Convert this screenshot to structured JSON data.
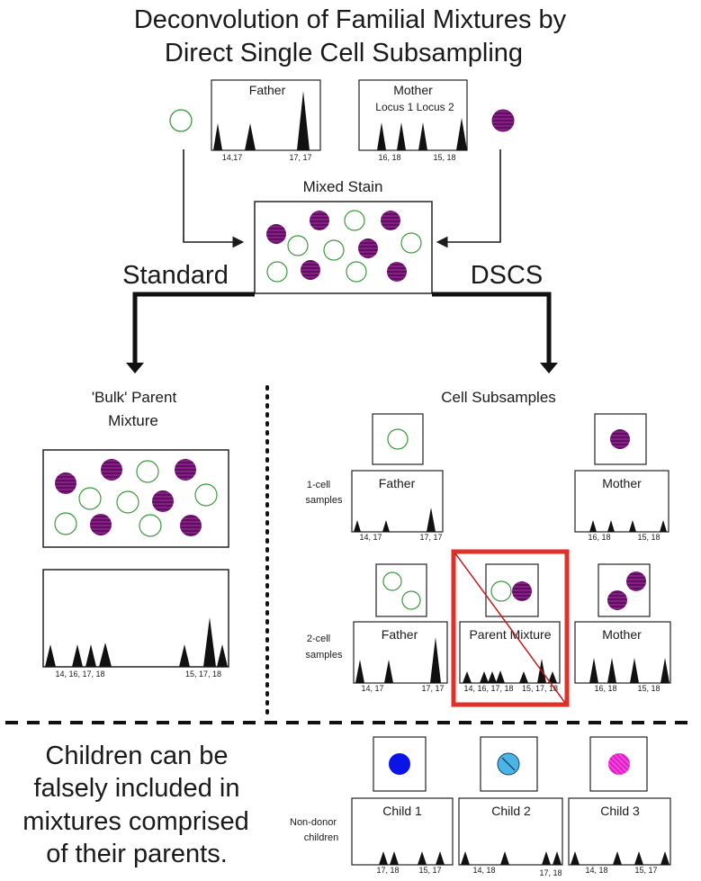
{
  "title_line1": "Deconvolution of Familial Mixtures by",
  "title_line2": "Direct Single Cell Subsampling",
  "top": {
    "father_label": "Father",
    "father_ticks": [
      "14,17",
      "17, 17"
    ],
    "mother_label": "Mother",
    "mother_loci": "Locus 1  Locus 2",
    "mother_ticks": [
      "16, 18",
      "15, 18"
    ],
    "mixed_stain_label": "Mixed Stain"
  },
  "branch": {
    "standard": "Standard",
    "dscs": "DSCS"
  },
  "bulk": {
    "heading_line1": "'Bulk' Parent",
    "heading_line2": "Mixture",
    "ticks": [
      "14, 16, 17, 18",
      "15, 17, 18"
    ]
  },
  "subsamples": {
    "heading": "Cell Subsamples",
    "one_cell_line1": "1-cell",
    "one_cell_line2": "samples",
    "two_cell_line1": "2-cell",
    "two_cell_line2": "samples",
    "father_label": "Father",
    "mother_label": "Mother",
    "parent_mixture_label": "Parent Mixture",
    "father_ticks": [
      "14, 17",
      "17, 17"
    ],
    "mother_ticks": [
      "16, 18",
      "15, 18"
    ],
    "father2_ticks": [
      "14, 17",
      "17, 17"
    ],
    "mixture_ticks": [
      "14, 16, 17, 18",
      "15, 17, 18"
    ],
    "mother2_ticks": [
      "16, 18",
      "15, 18"
    ]
  },
  "children": {
    "text_line1": "Children can be",
    "text_line2": "falsely included in",
    "text_line3": "mixtures comprised",
    "text_line4": "of their parents.",
    "side_line1": "Non-donor",
    "side_line2": "children",
    "child1_label": "Child 1",
    "child2_label": "Child 2",
    "child3_label": "Child 3",
    "child1_ticks": [
      "17, 18",
      "15, 17"
    ],
    "child2_ticks": [
      "14, 18",
      "17, 18"
    ],
    "child3_ticks": [
      "14, 18",
      "15, 17"
    ]
  },
  "colors": {
    "father_cell": "#3c9a3c",
    "mother_cell": "#8b1a8b",
    "child1_cell": "#0a14e6",
    "child2_cell": "#4ab4e6",
    "child3_cell": "#e61ecc",
    "highlight_box": "#e0302a",
    "strike_line": "#c41a1a"
  }
}
